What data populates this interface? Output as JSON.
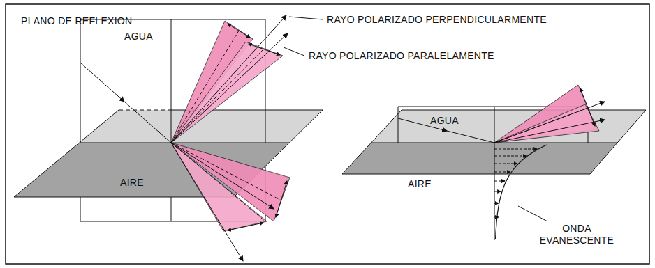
{
  "diagram": {
    "labels": [
      "PLANO DE REFLEXION",
      "AGUA",
      "AIRE",
      "RAYO POLARIZADO PERPENDICULARMENTE",
      "RAYO POLARIZADO PARALELAMENTE",
      "AGUA",
      "AIRE",
      "ONDA EVANESCENTE"
    ]
  }
}
